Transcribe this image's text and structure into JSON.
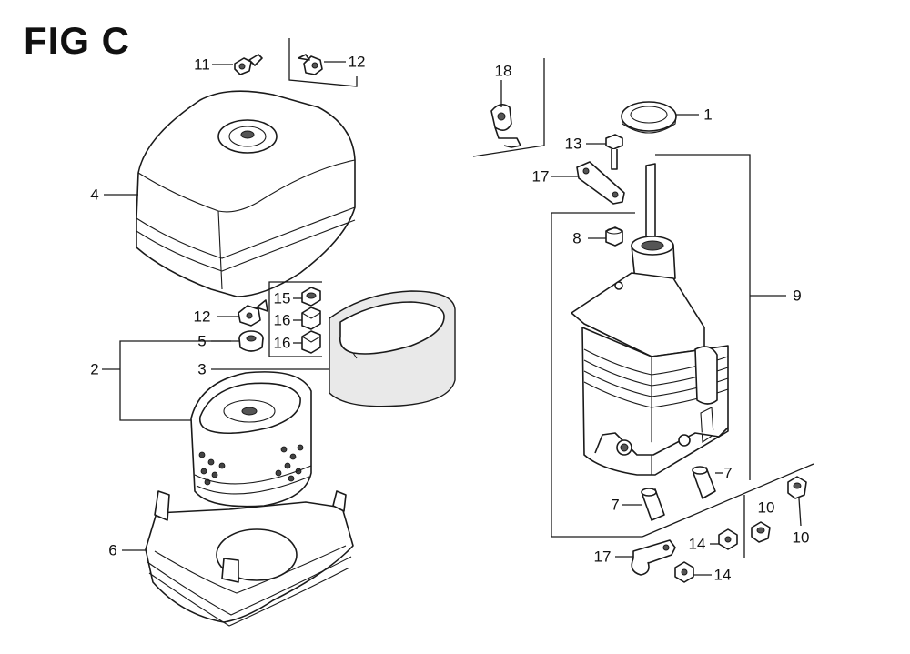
{
  "title": "FIG C",
  "callouts": [
    {
      "id": "c11",
      "text": "11"
    },
    {
      "id": "c12a",
      "text": "12"
    },
    {
      "id": "c4",
      "text": "4"
    },
    {
      "id": "c12b",
      "text": "12"
    },
    {
      "id": "c15",
      "text": "15"
    },
    {
      "id": "c16a",
      "text": "16"
    },
    {
      "id": "c16b",
      "text": "16"
    },
    {
      "id": "c5",
      "text": "5"
    },
    {
      "id": "c2",
      "text": "2"
    },
    {
      "id": "c3",
      "text": "3"
    },
    {
      "id": "c6",
      "text": "6"
    },
    {
      "id": "c18",
      "text": "18"
    },
    {
      "id": "c1",
      "text": "1"
    },
    {
      "id": "c13",
      "text": "13"
    },
    {
      "id": "c17a",
      "text": "17"
    },
    {
      "id": "c8",
      "text": "8"
    },
    {
      "id": "c9",
      "text": "9"
    },
    {
      "id": "c7a",
      "text": "7"
    },
    {
      "id": "c7b",
      "text": "7"
    },
    {
      "id": "c10a",
      "text": "10"
    },
    {
      "id": "c10b",
      "text": "10"
    },
    {
      "id": "c14a",
      "text": "14"
    },
    {
      "id": "c17b",
      "text": "17"
    },
    {
      "id": "c14b",
      "text": "14"
    }
  ]
}
